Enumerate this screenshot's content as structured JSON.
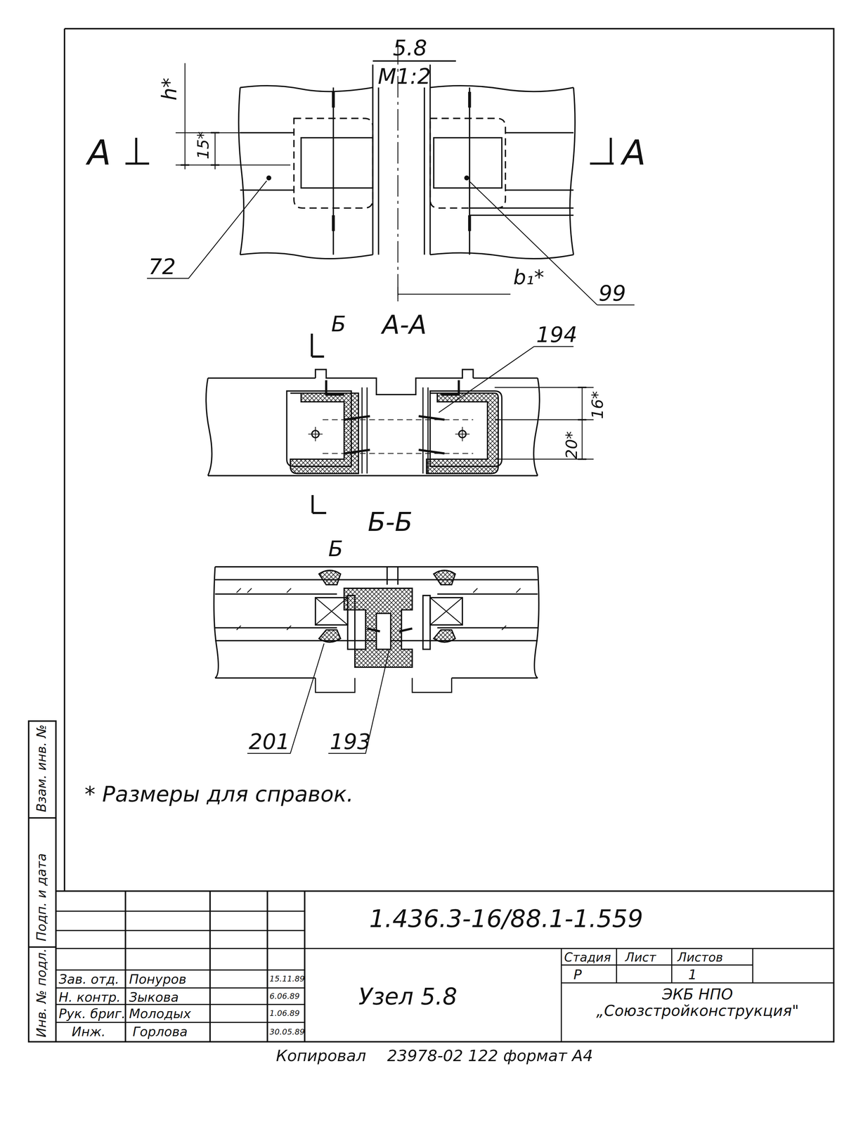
{
  "diagram": {
    "labels": [
      "5.8",
      "М1:2",
      "h*",
      "15*",
      "А",
      "А",
      "72",
      "99",
      "b₁*",
      "Б",
      "А-А",
      "194",
      "16*",
      "20*",
      "Б",
      "Б-Б",
      "201",
      "193",
      "* Размеры для справок.",
      "1.436.3-16/88.1-1.559",
      "Стадия",
      "Лист",
      "Листов",
      "Р",
      "1",
      "Узел 5.8",
      "ЭКБ НПО „Союзстройконструкция\"",
      "Зав. отд.",
      "Понуров",
      "15.11.89",
      "Н. контр.",
      "Зыкова",
      "6.06.89",
      "Рук. бриг.",
      "Молодых",
      "1.06.89",
      "Инж.",
      "Горлова",
      "30.05.89",
      "Взам. инв. №",
      "Подп. и дата",
      "Инв. № подл.",
      "Копировал",
      "23978-02 122 формат А4"
    ]
  }
}
